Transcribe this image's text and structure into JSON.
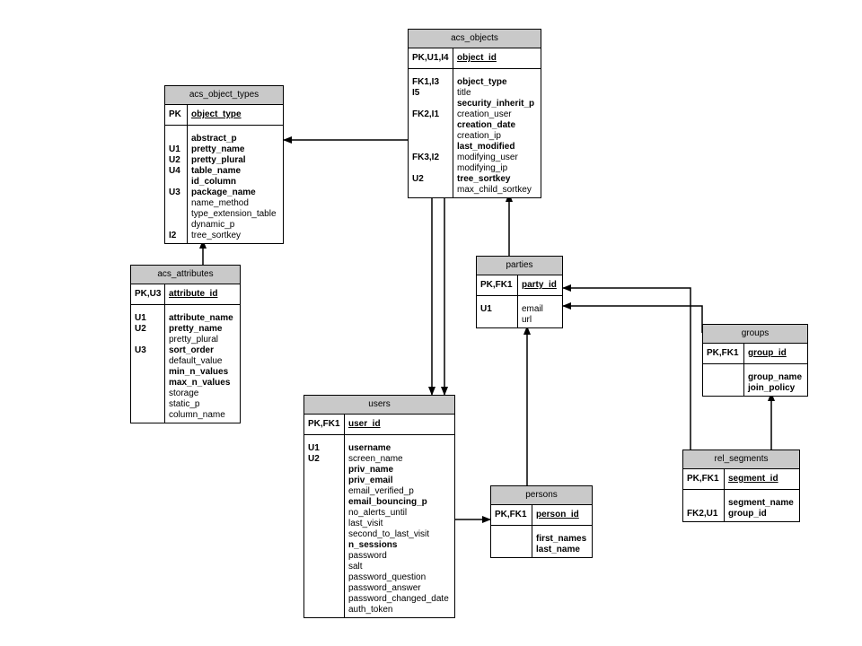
{
  "entities": {
    "acs_objects": {
      "title": "acs_objects",
      "pk_key": "PK,U1,I4",
      "pk_attr": "object_id",
      "keys": [
        "FK1,I3",
        "I5",
        "",
        "FK2,I1",
        "",
        "",
        "",
        "FK3,I2",
        "",
        "U2",
        ""
      ],
      "attrs": [
        {
          "name": "object_type",
          "bold": true
        },
        {
          "name": "title",
          "bold": false
        },
        {
          "name": "security_inherit_p",
          "bold": true
        },
        {
          "name": "creation_user",
          "bold": false
        },
        {
          "name": "creation_date",
          "bold": true
        },
        {
          "name": "creation_ip",
          "bold": false
        },
        {
          "name": "last_modified",
          "bold": true
        },
        {
          "name": "modifying_user",
          "bold": false
        },
        {
          "name": "modifying_ip",
          "bold": false
        },
        {
          "name": "tree_sortkey",
          "bold": true
        },
        {
          "name": "max_child_sortkey",
          "bold": false
        }
      ]
    },
    "acs_object_types": {
      "title": "acs_object_types",
      "pk_key": "PK",
      "pk_attr": "object_type",
      "keys": [
        "",
        "U1",
        "U2",
        "U4",
        "",
        "U3",
        "",
        "",
        "",
        "I2"
      ],
      "attrs": [
        {
          "name": "abstract_p",
          "bold": true
        },
        {
          "name": "pretty_name",
          "bold": true
        },
        {
          "name": "pretty_plural",
          "bold": true
        },
        {
          "name": "table_name",
          "bold": true
        },
        {
          "name": "id_column",
          "bold": true
        },
        {
          "name": "package_name",
          "bold": true
        },
        {
          "name": "name_method",
          "bold": false
        },
        {
          "name": "type_extension_table",
          "bold": false
        },
        {
          "name": "dynamic_p",
          "bold": false
        },
        {
          "name": "tree_sortkey",
          "bold": false
        }
      ]
    },
    "acs_attributes": {
      "title": "acs_attributes",
      "pk_key": "PK,U3",
      "pk_attr": "attribute_id",
      "keys": [
        "U1",
        "U2",
        "",
        "U3",
        "",
        "",
        "",
        "",
        "",
        ""
      ],
      "attrs": [
        {
          "name": "attribute_name",
          "bold": true
        },
        {
          "name": "pretty_name",
          "bold": true
        },
        {
          "name": "pretty_plural",
          "bold": false
        },
        {
          "name": "sort_order",
          "bold": true
        },
        {
          "name": "default_value",
          "bold": false
        },
        {
          "name": "min_n_values",
          "bold": true
        },
        {
          "name": "max_n_values",
          "bold": true
        },
        {
          "name": "storage",
          "bold": false
        },
        {
          "name": "static_p",
          "bold": false
        },
        {
          "name": "column_name",
          "bold": false
        }
      ]
    },
    "parties": {
      "title": "parties",
      "pk_key": "PK,FK1",
      "pk_attr": "party_id",
      "keys": [
        "U1",
        ""
      ],
      "attrs": [
        {
          "name": "email",
          "bold": false
        },
        {
          "name": "url",
          "bold": false
        }
      ]
    },
    "groups": {
      "title": "groups",
      "pk_key": "PK,FK1",
      "pk_attr": "group_id",
      "keys": [
        "",
        ""
      ],
      "attrs": [
        {
          "name": "group_name",
          "bold": true
        },
        {
          "name": "join_policy",
          "bold": true
        }
      ]
    },
    "users": {
      "title": "users",
      "pk_key": "PK,FK1",
      "pk_attr": "user_id",
      "keys": [
        "U1",
        "U2",
        "",
        "",
        "",
        "",
        "",
        "",
        "",
        "",
        "",
        "",
        "",
        "",
        "",
        "",
        ""
      ],
      "attrs": [
        {
          "name": "username",
          "bold": true
        },
        {
          "name": "screen_name",
          "bold": false
        },
        {
          "name": "priv_name",
          "bold": true
        },
        {
          "name": "priv_email",
          "bold": true
        },
        {
          "name": "email_verified_p",
          "bold": false
        },
        {
          "name": "email_bouncing_p",
          "bold": true
        },
        {
          "name": "no_alerts_until",
          "bold": false
        },
        {
          "name": "last_visit",
          "bold": false
        },
        {
          "name": "second_to_last_visit",
          "bold": false
        },
        {
          "name": "n_sessions",
          "bold": true
        },
        {
          "name": "password",
          "bold": false
        },
        {
          "name": "salt",
          "bold": false
        },
        {
          "name": "password_question",
          "bold": false
        },
        {
          "name": "password_answer",
          "bold": false
        },
        {
          "name": "password_changed_date",
          "bold": false
        },
        {
          "name": "auth_token",
          "bold": false
        }
      ]
    },
    "persons": {
      "title": "persons",
      "pk_key": "PK,FK1",
      "pk_attr": "person_id",
      "keys": [
        "",
        ""
      ],
      "attrs": [
        {
          "name": "first_names",
          "bold": true
        },
        {
          "name": "last_name",
          "bold": true
        }
      ]
    },
    "rel_segments": {
      "title": "rel_segments",
      "pk_key": "PK,FK1",
      "pk_attr": "segment_id",
      "keys": [
        "",
        "FK2,U1"
      ],
      "attrs": [
        {
          "name": "segment_name",
          "bold": true
        },
        {
          "name": "group_id",
          "bold": true
        }
      ]
    }
  },
  "relationships": [
    {
      "from": "acs_objects",
      "to": "acs_object_types"
    },
    {
      "from": "acs_attributes",
      "to": "acs_object_types"
    },
    {
      "from": "parties",
      "to": "acs_objects"
    },
    {
      "from": "acs_objects",
      "to": "users"
    },
    {
      "from": "users",
      "to": "acs_objects"
    },
    {
      "from": "persons",
      "to": "parties"
    },
    {
      "from": "users",
      "to": "persons"
    },
    {
      "from": "groups",
      "to": "parties"
    },
    {
      "from": "rel_segments",
      "to": "parties"
    },
    {
      "from": "rel_segments",
      "to": "groups"
    }
  ]
}
